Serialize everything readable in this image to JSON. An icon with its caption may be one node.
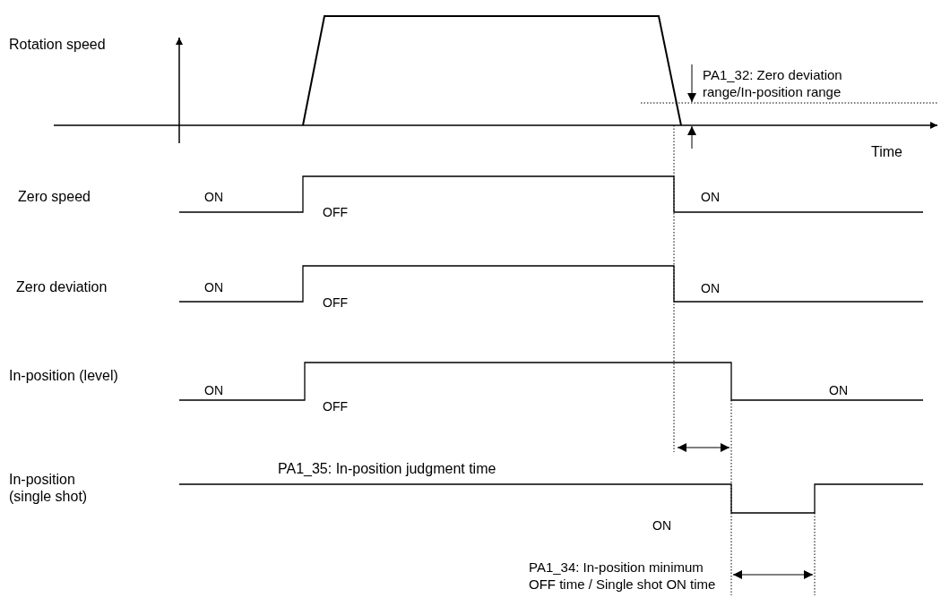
{
  "diagram": {
    "labels": [
      "Rotation speed",
      "PA1_32: Zero deviation range/In-position range",
      "Time",
      "Zero speed",
      "ON",
      "OFF",
      "ON",
      "Zero deviation",
      "ON",
      "OFF",
      "ON",
      "In-position (level)",
      "ON",
      "OFF",
      "ON",
      "In-position (single shot)",
      "PA1_35: In-position judgment time",
      "ON",
      "PA1_34: In-position minimum OFF time / Single shot ON time"
    ]
  }
}
